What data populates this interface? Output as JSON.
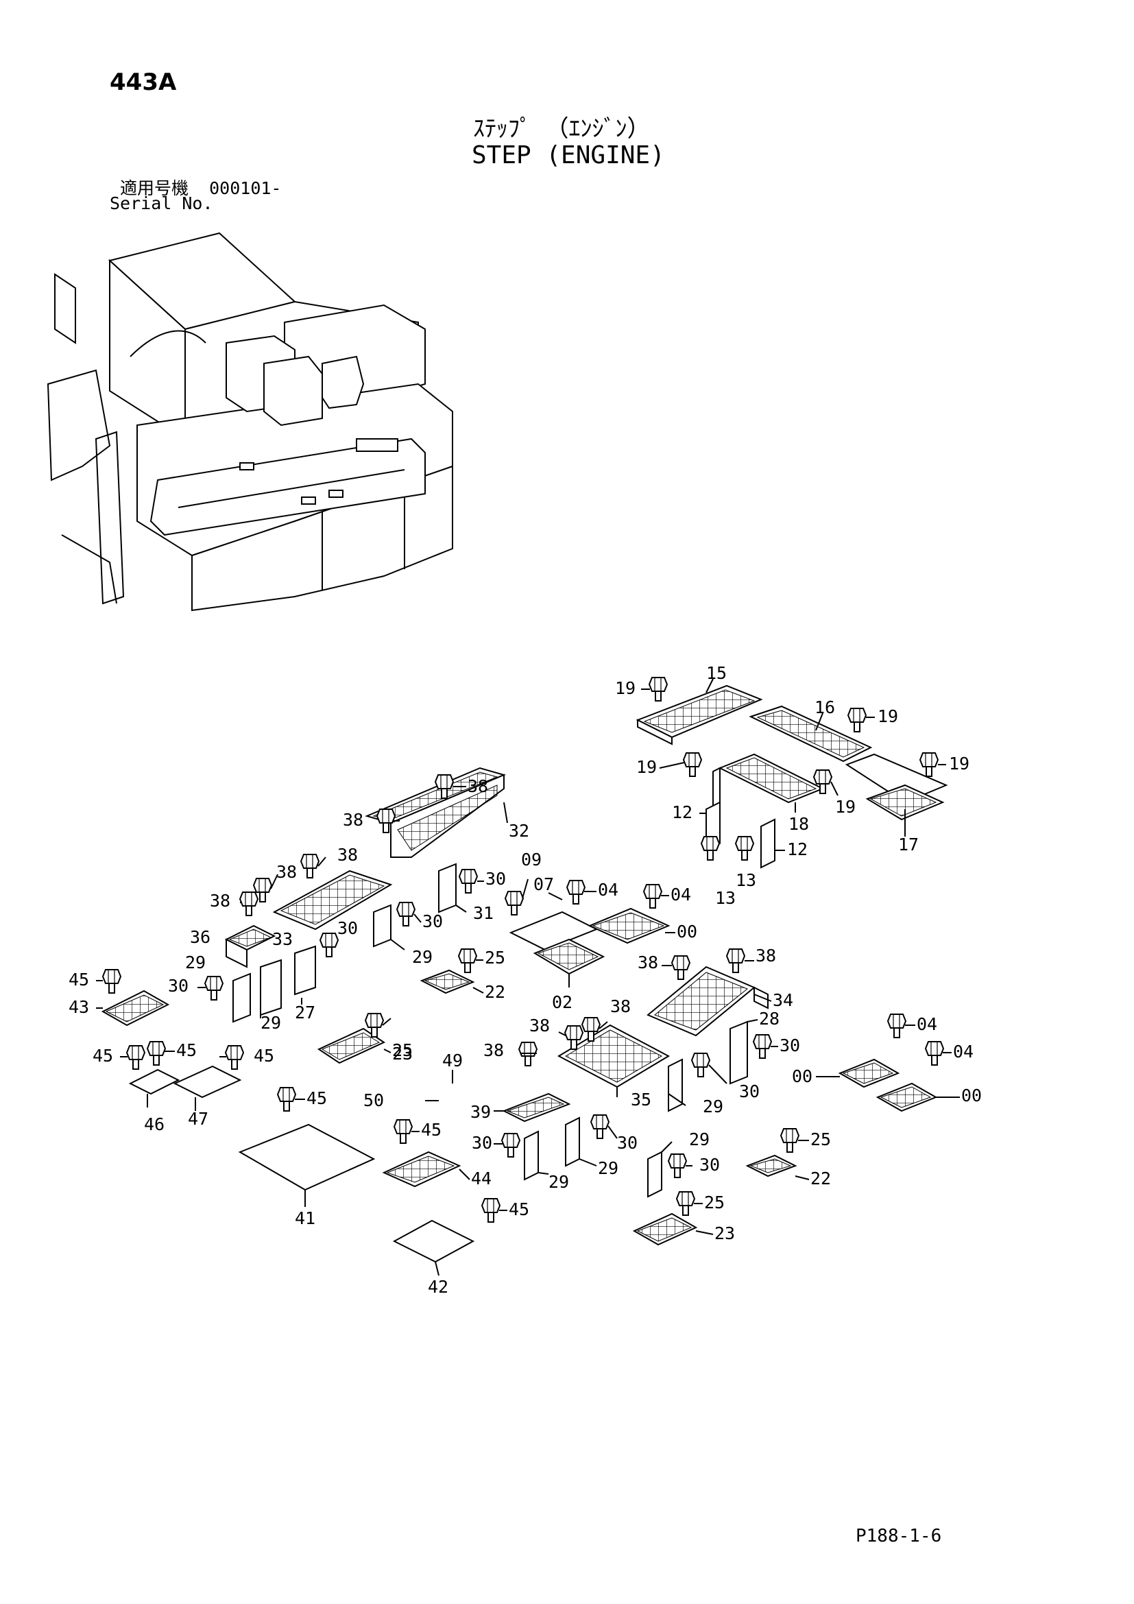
{
  "header": {
    "page_code": "443A",
    "title_jp": "ｽﾃｯﾌﾟ （ｴﾝｼﾞﾝ）",
    "title_en": "STEP (ENGINE)",
    "serial_label_jp": "適用号機",
    "serial_value": "000101-",
    "serial_label_en": "Serial No."
  },
  "footer": {
    "page_ref": "P188-1-6"
  },
  "callouts": [
    {
      "id": "c15",
      "text": "15"
    },
    {
      "id": "c16",
      "text": "16"
    },
    {
      "id": "c17",
      "text": "17"
    },
    {
      "id": "c18",
      "text": "18"
    },
    {
      "id": "c19a",
      "text": "19"
    },
    {
      "id": "c19b",
      "text": "19"
    },
    {
      "id": "c19c",
      "text": "19"
    },
    {
      "id": "c19d",
      "text": "19"
    },
    {
      "id": "c19e",
      "text": "19"
    },
    {
      "id": "c12a",
      "text": "12"
    },
    {
      "id": "c12b",
      "text": "12"
    },
    {
      "id": "c13a",
      "text": "13"
    },
    {
      "id": "c13b",
      "text": "13"
    },
    {
      "id": "c38a",
      "text": "38"
    },
    {
      "id": "c38b",
      "text": "38"
    },
    {
      "id": "c38c",
      "text": "38"
    },
    {
      "id": "c38d",
      "text": "38"
    },
    {
      "id": "c38e",
      "text": "38"
    },
    {
      "id": "c38f",
      "text": "38"
    },
    {
      "id": "c38g",
      "text": "38"
    },
    {
      "id": "c38h",
      "text": "38"
    },
    {
      "id": "c38i",
      "text": "38"
    },
    {
      "id": "c38j",
      "text": "38"
    },
    {
      "id": "c32",
      "text": "32"
    },
    {
      "id": "c09",
      "text": "09"
    },
    {
      "id": "c07",
      "text": "07"
    },
    {
      "id": "c04a",
      "text": "04"
    },
    {
      "id": "c04b",
      "text": "04"
    },
    {
      "id": "c04c",
      "text": "04"
    },
    {
      "id": "c04d",
      "text": "04"
    },
    {
      "id": "c00a",
      "text": "00"
    },
    {
      "id": "c00b",
      "text": "00"
    },
    {
      "id": "c00c",
      "text": "00"
    },
    {
      "id": "c30a",
      "text": "30"
    },
    {
      "id": "c30b",
      "text": "30"
    },
    {
      "id": "c30c",
      "text": "30"
    },
    {
      "id": "c30d",
      "text": "30"
    },
    {
      "id": "c30e",
      "text": "30"
    },
    {
      "id": "c30f",
      "text": "30"
    },
    {
      "id": "c30g",
      "text": "30"
    },
    {
      "id": "c30h",
      "text": "30"
    },
    {
      "id": "c30i",
      "text": "30"
    },
    {
      "id": "c31",
      "text": "31"
    },
    {
      "id": "c33",
      "text": "33"
    },
    {
      "id": "c36",
      "text": "36"
    },
    {
      "id": "c29a",
      "text": "29"
    },
    {
      "id": "c29b",
      "text": "29"
    },
    {
      "id": "c29c",
      "text": "29"
    },
    {
      "id": "c29d",
      "text": "29"
    },
    {
      "id": "c29e",
      "text": "29"
    },
    {
      "id": "c29f",
      "text": "29"
    },
    {
      "id": "c29g",
      "text": "29"
    },
    {
      "id": "c27",
      "text": "27"
    },
    {
      "id": "c25a",
      "text": "25"
    },
    {
      "id": "c25b",
      "text": "25"
    },
    {
      "id": "c25c",
      "text": "25"
    },
    {
      "id": "c25d",
      "text": "25"
    },
    {
      "id": "c22a",
      "text": "22"
    },
    {
      "id": "c22b",
      "text": "22"
    },
    {
      "id": "c23a",
      "text": "23"
    },
    {
      "id": "c23b",
      "text": "23"
    },
    {
      "id": "c02",
      "text": "02"
    },
    {
      "id": "c34",
      "text": "34"
    },
    {
      "id": "c28",
      "text": "28"
    },
    {
      "id": "c35",
      "text": "35"
    },
    {
      "id": "c45a",
      "text": "45"
    },
    {
      "id": "c45b",
      "text": "45"
    },
    {
      "id": "c45c",
      "text": "45"
    },
    {
      "id": "c45d",
      "text": "45"
    },
    {
      "id": "c45e",
      "text": "45"
    },
    {
      "id": "c45f",
      "text": "45"
    },
    {
      "id": "c45g",
      "text": "45"
    },
    {
      "id": "c43",
      "text": "43"
    },
    {
      "id": "c46",
      "text": "46"
    },
    {
      "id": "c47",
      "text": "47"
    },
    {
      "id": "c49",
      "text": "49"
    },
    {
      "id": "c50",
      "text": "50"
    },
    {
      "id": "c39",
      "text": "39"
    },
    {
      "id": "c44",
      "text": "44"
    },
    {
      "id": "c41",
      "text": "41"
    },
    {
      "id": "c42",
      "text": "42"
    }
  ]
}
